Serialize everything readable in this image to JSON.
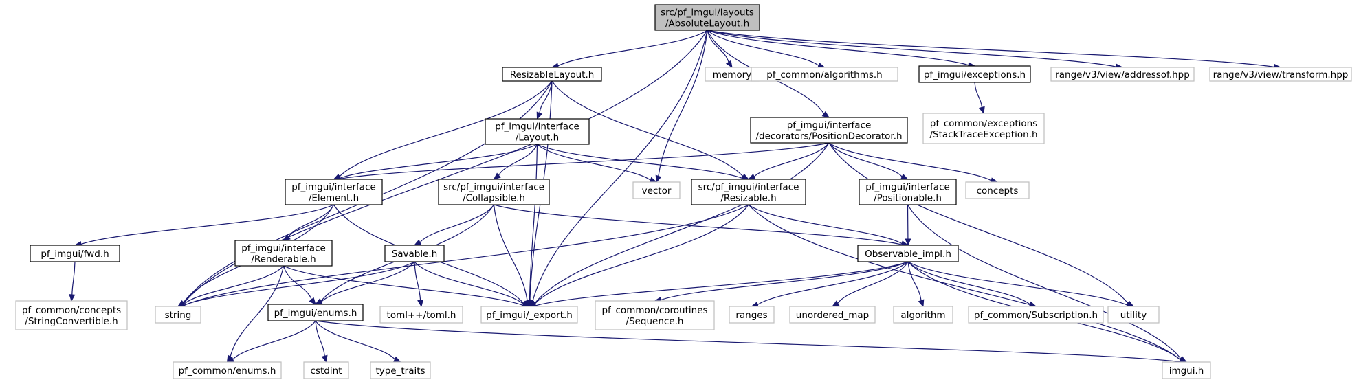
{
  "colors": {
    "root_fill": "#bfbfbf",
    "root_border": "#000000",
    "documented_border": "#000000",
    "external_border": "#bfbfbf",
    "external_text": "#3f3f3f",
    "edge": "#191970",
    "background": "#ffffff"
  },
  "nodes": [
    {
      "id": "absolute_layout",
      "lines": [
        "src/pf_imgui/layouts",
        "/AbsoluteLayout.h"
      ],
      "kind": "root"
    },
    {
      "id": "resizable_layout",
      "lines": [
        "ResizableLayout.h"
      ],
      "kind": "documented"
    },
    {
      "id": "memory",
      "lines": [
        "memory"
      ],
      "kind": "external"
    },
    {
      "id": "algorithms_h",
      "lines": [
        "pf_common/algorithms.h"
      ],
      "kind": "external"
    },
    {
      "id": "exceptions_h",
      "lines": [
        "pf_imgui/exceptions.h"
      ],
      "kind": "documented"
    },
    {
      "id": "addressof_hpp",
      "lines": [
        "range/v3/view/addressof.hpp"
      ],
      "kind": "external"
    },
    {
      "id": "transform_hpp",
      "lines": [
        "range/v3/view/transform.hpp"
      ],
      "kind": "external"
    },
    {
      "id": "stack_trace_exception",
      "lines": [
        "pf_common/exceptions",
        "/StackTraceException.h"
      ],
      "kind": "external"
    },
    {
      "id": "interface_layout",
      "lines": [
        "pf_imgui/interface",
        "/Layout.h"
      ],
      "kind": "documented"
    },
    {
      "id": "position_decorator",
      "lines": [
        "pf_imgui/interface",
        "/decorators/PositionDecorator.h"
      ],
      "kind": "documented"
    },
    {
      "id": "interface_element",
      "lines": [
        "pf_imgui/interface",
        "/Element.h"
      ],
      "kind": "documented"
    },
    {
      "id": "collapsible",
      "lines": [
        "src/pf_imgui/interface",
        "/Collapsible.h"
      ],
      "kind": "documented"
    },
    {
      "id": "vector",
      "lines": [
        "vector"
      ],
      "kind": "external"
    },
    {
      "id": "resizable",
      "lines": [
        "src/pf_imgui/interface",
        "/Resizable.h"
      ],
      "kind": "documented"
    },
    {
      "id": "positionable",
      "lines": [
        "pf_imgui/interface",
        "/Positionable.h"
      ],
      "kind": "documented"
    },
    {
      "id": "concepts",
      "lines": [
        "concepts"
      ],
      "kind": "external"
    },
    {
      "id": "fwd_h",
      "lines": [
        "pf_imgui/fwd.h"
      ],
      "kind": "documented"
    },
    {
      "id": "renderable",
      "lines": [
        "pf_imgui/interface",
        "/Renderable.h"
      ],
      "kind": "documented"
    },
    {
      "id": "savable",
      "lines": [
        "Savable.h"
      ],
      "kind": "documented"
    },
    {
      "id": "observable_impl",
      "lines": [
        "Observable_impl.h"
      ],
      "kind": "documented"
    },
    {
      "id": "string_convertible",
      "lines": [
        "pf_common/concepts",
        "/StringConvertible.h"
      ],
      "kind": "external"
    },
    {
      "id": "string",
      "lines": [
        "string"
      ],
      "kind": "external"
    },
    {
      "id": "enums_h",
      "lines": [
        "pf_imgui/enums.h"
      ],
      "kind": "documented"
    },
    {
      "id": "toml_h",
      "lines": [
        "toml++/toml.h"
      ],
      "kind": "external"
    },
    {
      "id": "export_h",
      "lines": [
        "pf_imgui/_export.h"
      ],
      "kind": "external"
    },
    {
      "id": "coroutines_sequence",
      "lines": [
        "pf_common/coroutines",
        "/Sequence.h"
      ],
      "kind": "external"
    },
    {
      "id": "ranges",
      "lines": [
        "ranges"
      ],
      "kind": "external"
    },
    {
      "id": "unordered_map",
      "lines": [
        "unordered_map"
      ],
      "kind": "external"
    },
    {
      "id": "algorithm",
      "lines": [
        "algorithm"
      ],
      "kind": "external"
    },
    {
      "id": "subscription_h",
      "lines": [
        "pf_common/Subscription.h"
      ],
      "kind": "external"
    },
    {
      "id": "utility",
      "lines": [
        "utility"
      ],
      "kind": "external"
    },
    {
      "id": "common_enums",
      "lines": [
        "pf_common/enums.h"
      ],
      "kind": "external"
    },
    {
      "id": "cstdint",
      "lines": [
        "cstdint"
      ],
      "kind": "external"
    },
    {
      "id": "type_traits",
      "lines": [
        "type_traits"
      ],
      "kind": "external"
    },
    {
      "id": "imgui_h",
      "lines": [
        "imgui.h"
      ],
      "kind": "external"
    }
  ],
  "edges": [
    [
      "absolute_layout",
      "resizable_layout"
    ],
    [
      "absolute_layout",
      "memory"
    ],
    [
      "absolute_layout",
      "algorithms_h"
    ],
    [
      "absolute_layout",
      "exceptions_h"
    ],
    [
      "absolute_layout",
      "addressof_hpp"
    ],
    [
      "absolute_layout",
      "transform_hpp"
    ],
    [
      "absolute_layout",
      "position_decorator"
    ],
    [
      "absolute_layout",
      "vector"
    ],
    [
      "absolute_layout",
      "export_h"
    ],
    [
      "absolute_layout",
      "string"
    ],
    [
      "resizable_layout",
      "interface_layout"
    ],
    [
      "resizable_layout",
      "interface_element"
    ],
    [
      "resizable_layout",
      "resizable"
    ],
    [
      "resizable_layout",
      "export_h"
    ],
    [
      "resizable_layout",
      "string"
    ],
    [
      "exceptions_h",
      "stack_trace_exception"
    ],
    [
      "interface_layout",
      "interface_element"
    ],
    [
      "interface_layout",
      "collapsible"
    ],
    [
      "interface_layout",
      "vector"
    ],
    [
      "interface_layout",
      "resizable"
    ],
    [
      "interface_layout",
      "export_h"
    ],
    [
      "position_decorator",
      "interface_element"
    ],
    [
      "position_decorator",
      "resizable"
    ],
    [
      "position_decorator",
      "positionable"
    ],
    [
      "position_decorator",
      "concepts"
    ],
    [
      "position_decorator",
      "export_h"
    ],
    [
      "position_decorator",
      "utility"
    ],
    [
      "interface_element",
      "fwd_h"
    ],
    [
      "interface_element",
      "renderable"
    ],
    [
      "interface_element",
      "string"
    ],
    [
      "interface_element",
      "export_h"
    ],
    [
      "collapsible",
      "savable"
    ],
    [
      "collapsible",
      "enums_h"
    ],
    [
      "collapsible",
      "export_h"
    ],
    [
      "collapsible",
      "observable_impl"
    ],
    [
      "resizable",
      "observable_impl"
    ],
    [
      "resizable",
      "export_h"
    ],
    [
      "resizable",
      "string"
    ],
    [
      "resizable",
      "imgui_h"
    ],
    [
      "positionable",
      "observable_impl"
    ],
    [
      "positionable",
      "imgui_h"
    ],
    [
      "fwd_h",
      "string_convertible"
    ],
    [
      "renderable",
      "string"
    ],
    [
      "renderable",
      "enums_h"
    ],
    [
      "renderable",
      "export_h"
    ],
    [
      "renderable",
      "common_enums"
    ],
    [
      "savable",
      "string"
    ],
    [
      "savable",
      "enums_h"
    ],
    [
      "savable",
      "toml_h"
    ],
    [
      "savable",
      "export_h"
    ],
    [
      "observable_impl",
      "export_h"
    ],
    [
      "observable_impl",
      "coroutines_sequence"
    ],
    [
      "observable_impl",
      "ranges"
    ],
    [
      "observable_impl",
      "unordered_map"
    ],
    [
      "observable_impl",
      "algorithm"
    ],
    [
      "observable_impl",
      "subscription_h"
    ],
    [
      "observable_impl",
      "utility"
    ],
    [
      "observable_impl",
      "imgui_h"
    ],
    [
      "enums_h",
      "common_enums"
    ],
    [
      "enums_h",
      "cstdint"
    ],
    [
      "enums_h",
      "type_traits"
    ],
    [
      "enums_h",
      "imgui_h"
    ]
  ]
}
